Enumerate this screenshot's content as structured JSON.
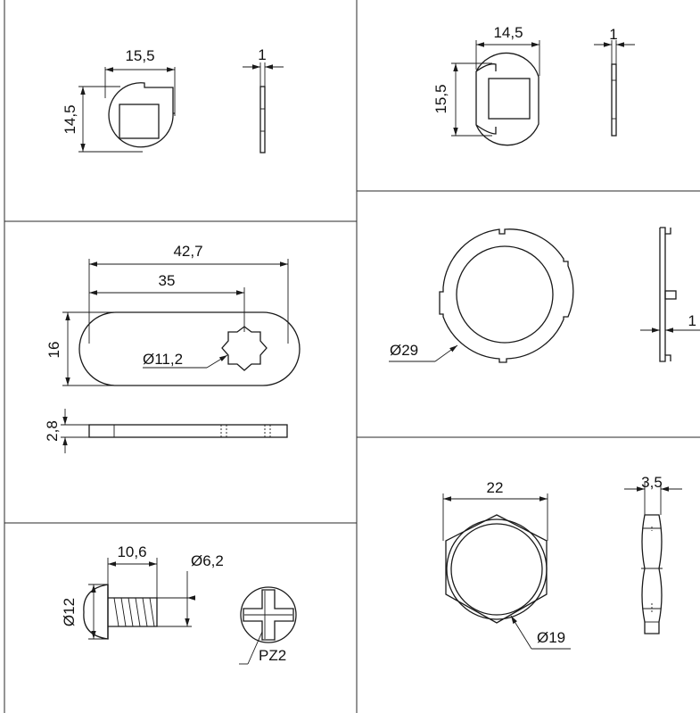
{
  "panels": {
    "cam_square_a": {
      "width": "15,5",
      "height": "14,5",
      "thickness": "1"
    },
    "cam_square_b": {
      "width": "14,5",
      "height": "15,5",
      "thickness": "1"
    },
    "cam_lever": {
      "length": "42,7",
      "center_distance": "35",
      "height": "16",
      "hole_diameter": "Ø11,2",
      "thickness": "2,8"
    },
    "washer": {
      "diameter": "Ø29",
      "thickness": "1"
    },
    "screw": {
      "length": "10,6",
      "thread_diameter": "Ø6,2",
      "head_diameter": "Ø12",
      "drive": "PZ2"
    },
    "hex_nut": {
      "width": "22",
      "thickness": "3,5",
      "inner_diameter": "Ø19"
    }
  }
}
